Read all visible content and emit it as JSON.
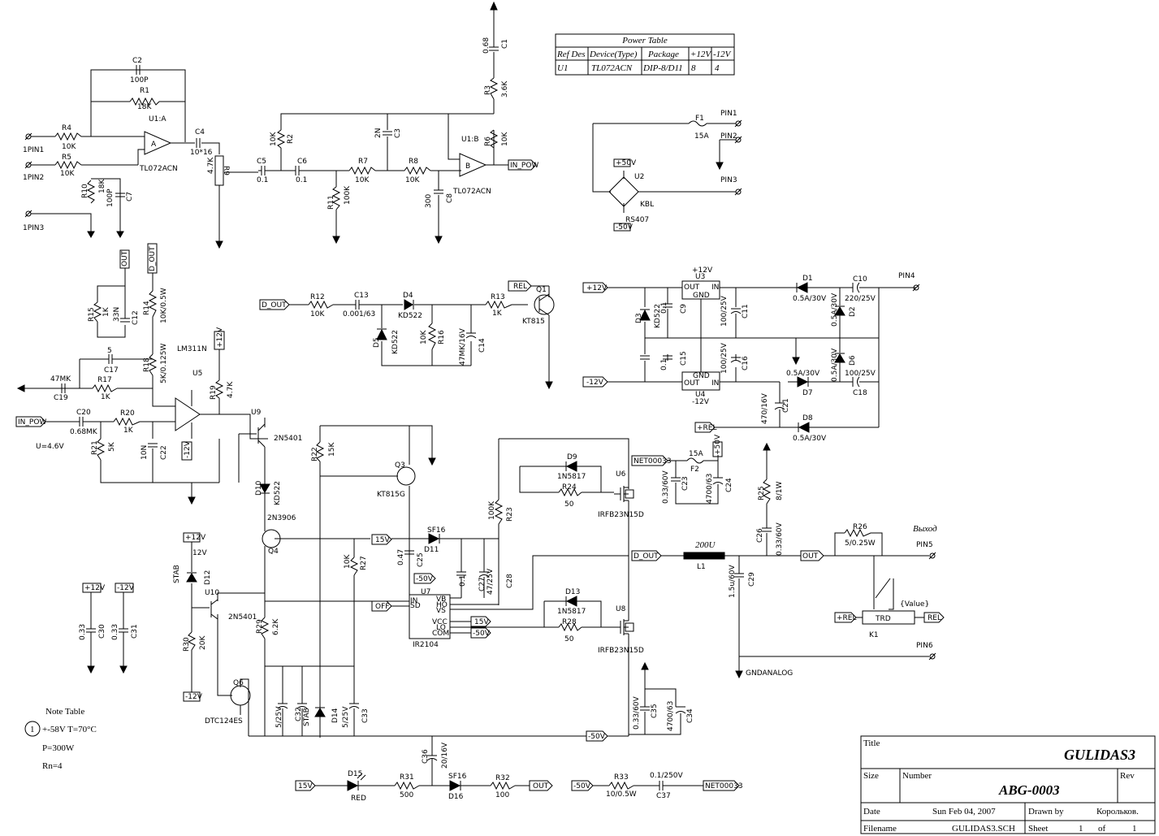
{
  "power_table": {
    "title": "Power Table",
    "headers": [
      "Ref Des",
      "Device(Type)",
      "Package",
      "+12V",
      "-12V"
    ],
    "row": [
      "U1",
      "TL072ACN",
      "DIP-8/D11",
      "8",
      "4"
    ]
  },
  "note_table": {
    "title": "Note Table",
    "marker": "1",
    "lines": [
      "+-58V   T=70°C",
      "P=300W",
      "Rn=4"
    ]
  },
  "title_block": {
    "title_label": "Title",
    "title": "GULIDAS3",
    "size_label": "Size",
    "number_label": "Number",
    "number": "ABG-0003",
    "rev_label": "Rev",
    "date_label": "Date",
    "date": "Sun Feb 04, 2007",
    "drawn_label": "Drawn by",
    "drawn_by": "Корольков.",
    "filename_label": "Filename",
    "filename": "GULIDAS3.SCH",
    "sheet_label": "Sheet",
    "sheet": "1",
    "of_label": "of",
    "of": "1"
  },
  "output_label": "Выход",
  "inductor_value": "200U",
  "labels": {
    "pin1": "1PIN1",
    "pin2": "1PIN2",
    "pin3": "1PIN3",
    "c2": "C2",
    "c2v": "100P",
    "r1": "R1",
    "r1v": "18K",
    "r4": "R4",
    "r4v": "10K",
    "r5": "R5",
    "r5v": "10K",
    "u1a": "U1:A",
    "u1a_type": "TL072ACN",
    "c4": "C4",
    "c4v": "10*16",
    "r9": "R9",
    "r9v": "4.7K",
    "r10": "R10",
    "r10v": "18K",
    "c7": "C7",
    "c7v": "100P",
    "c5": "C5",
    "c5v": "0.1",
    "c6": "C6",
    "c6v": "0.1",
    "r2": "R2",
    "r2v": "10K",
    "c3": "C3",
    "c3v": "2N",
    "r11": "R11",
    "r11v": "100K",
    "r7": "R7",
    "r7v": "10K",
    "r8": "R8",
    "r8v": "10K",
    "c8": "C8",
    "c8v": "300",
    "c1": "C1",
    "c1v": "0.68",
    "r3": "R3",
    "r3v": "3.6K",
    "r6": "R6",
    "r6v": "10K",
    "u1b": "U1:B",
    "u1b_type": "TL072ACN",
    "in_pow": "IN_POW",
    "f1": "F1",
    "f1v": "15A",
    "p1": "PIN1",
    "p2": "PIN2",
    "p3": "PIN3",
    "u2": "U2",
    "kbl": "KBL",
    "rs407": "RS407",
    "p50": "+50V",
    "m50": "-50V",
    "out": "OUT",
    "d_out": "D_OUT",
    "r15": "R15",
    "r15v": "1K",
    "c12": "C12",
    "c12v": "33N",
    "r14": "R14",
    "r14v": "10K/0.5W",
    "c17": "C17",
    "c17v": "5",
    "r18": "R18",
    "r18v": "5K/0.125W",
    "lm311": "LM311N",
    "u5": "U5",
    "r17": "R17",
    "r17v": "1K",
    "c19": "C19",
    "c19v": "47MK",
    "c20": "C20",
    "c20v": "0.68MK",
    "r20": "R20",
    "r20v": "1K",
    "r21": "R21",
    "r21v": "5K",
    "c22": "C22",
    "c22v": "10N",
    "u46": "U=4.6V",
    "r19": "R19",
    "r19v": "4.7K",
    "u9": "U9",
    "q2n5401": "2N5401",
    "d10": "D10",
    "d10v": "KD522",
    "q2n3906": "2N3906",
    "q4": "Q4",
    "p12": "+12V",
    "m12": "-12V",
    "r12": "R12",
    "r12v": "10K",
    "c13": "C13",
    "c13v": "0.001/63",
    "d4": "D4",
    "d4v": "KD522",
    "d5": "D5",
    "d5v": "KD522",
    "r16": "R16",
    "r16v": "10K",
    "c14": "C14",
    "c14v": "47MK/16V",
    "r13": "R13",
    "r13v": "1K",
    "q1": "Q1",
    "q1v": "KT815",
    "rel": "REL",
    "prel": "+REL",
    "u3": "U3",
    "u4": "U4",
    "gnd": "GND",
    "in": "IN",
    "d3": "D3",
    "d3v": "KD522",
    "c9": "C9",
    "c9v": "0.1",
    "c11": "C11",
    "c11v": "100/25V",
    "c15": "C15",
    "c15v": "0.1",
    "c16": "C16",
    "c16v": "100/25V",
    "d1": "D1",
    "d1v": "0.5A/30V",
    "d2": "D2",
    "d2v": "0.5A/30V",
    "c10": "C10",
    "c10v": "220/25V",
    "pin4": "PIN4",
    "d6": "D6",
    "d6v": "0.5A/30V",
    "d7": "D7",
    "d7v": "0.5A/30V",
    "c18": "C18",
    "c18v": "100/25V",
    "c21": "C21",
    "c21v": "470/16V",
    "d8": "D8",
    "d8v": "0.5A/30V",
    "r22": "R22",
    "r22v": "15K",
    "q3": "Q3",
    "q3v": "KT815G",
    "d9": "D9",
    "d9v": "1N5817",
    "r24": "R24",
    "r24v": "50",
    "u6": "U6",
    "u6v": "IRFB23N15D",
    "net33": "NET00033",
    "f2": "F2",
    "f2v": "15A",
    "c23": "C23",
    "c23v": "0.33/60V",
    "c24": "C24",
    "c24v": "4700/63",
    "r23": "R23",
    "r23v": "100K",
    "d11": "D11",
    "sf16": "SF16",
    "v15": "15V",
    "c25": "C25",
    "c25v": "0.47",
    "r27": "R27",
    "r27v": "10K",
    "c27": "C27",
    "c27v": "0.1",
    "c28": "C28",
    "c28v": "47/25V",
    "u7": "U7",
    "ir2104": "IR2104",
    "off": "OFF",
    "d13": "D13",
    "d13v": "1N5817",
    "r28": "R28",
    "r28v": "50",
    "u8": "U8",
    "u8v": "IRFB23N15D",
    "r25": "R25",
    "r25v": "8/1W",
    "c26": "C26",
    "c26v": "0.33/60V",
    "l1": "L1",
    "c29": "C29",
    "c29v": "1.5u/60V",
    "r26": "R26",
    "r26v": "5/0.25W",
    "pin5": "PIN5",
    "pin6": "PIN6",
    "k1": "K1",
    "trd": "TRD",
    "value": "{Value}",
    "gnda": "GNDANALOG",
    "u10": "U10",
    "d12": "D12",
    "st": "STAB",
    "v12": "12V",
    "r30": "R30",
    "r30v": "20K",
    "r29": "R29",
    "r29v": "6.2K",
    "q6": "Q6",
    "q6v": "DTC124ES",
    "c32": "C32",
    "c32v": "5/25V",
    "d14": "D14",
    "c33": "C33",
    "c33v": "5/25V",
    "c30": "C30",
    "c30v": "0.33",
    "c31": "C31",
    "c31v": "0.33",
    "c34": "C34",
    "c34v": "4700/63",
    "c35": "C35",
    "c35v": "0.33/60V",
    "c36": "C36",
    "c36v": "20/16V",
    "d15": "D15",
    "red": "RED",
    "r31": "R31",
    "r31v": "500",
    "d16": "D16",
    "r32": "R32",
    "r32v": "100",
    "r33": "R33",
    "r33v": "10/0.5W",
    "c37": "C37",
    "c37v": "0.1/250V",
    "vb": "VB",
    "ho": "HO",
    "vs": "VS",
    "vcc": "VCC",
    "lo": "LO",
    "com": "COM",
    "inp": "IN",
    "sd": "SD"
  }
}
